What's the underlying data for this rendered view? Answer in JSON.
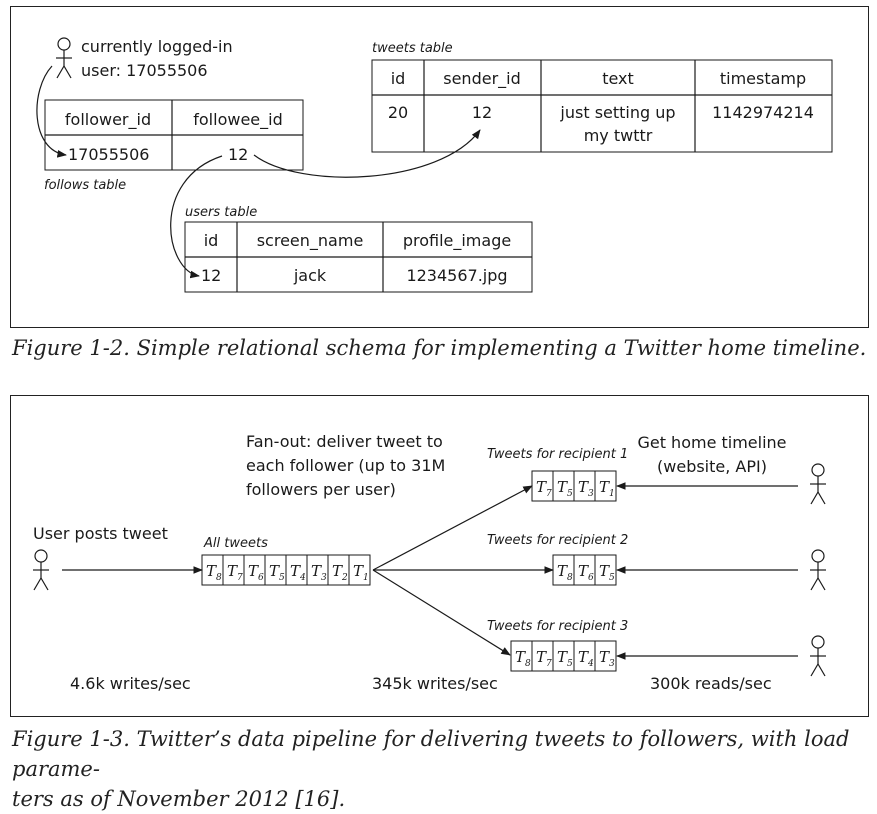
{
  "figure1": {
    "user_label_line1": "currently logged-in",
    "user_label_line2": "user: 17055506",
    "follows_table": {
      "caption": "follows table",
      "headers": [
        "follower_id",
        "followee_id"
      ],
      "row": [
        "17055506",
        "12"
      ]
    },
    "tweets_table": {
      "caption": "tweets table",
      "headers": [
        "id",
        "sender_id",
        "text",
        "timestamp"
      ],
      "row": [
        "20",
        "12",
        "just setting up",
        "1142974214"
      ],
      "text_line2": "my twttr"
    },
    "users_table": {
      "caption": "users table",
      "headers": [
        "id",
        "screen_name",
        "profile_image"
      ],
      "row": [
        "12",
        "jack",
        "1234567.jpg"
      ]
    },
    "caption": "Figure 1-2. Simple relational schema for implementing a Twitter home timeline."
  },
  "figure2": {
    "user_posts": "User posts tweet",
    "fanout_line1": "Fan-out: deliver tweet to",
    "fanout_line2": "each follower (up to 31M",
    "fanout_line3": "followers per user)",
    "get_home_line1": "Get home timeline",
    "get_home_line2": "(website, API)",
    "all_tweets": "All tweets",
    "all_tweets_cells": [
      "8",
      "7",
      "6",
      "5",
      "4",
      "3",
      "2",
      "1"
    ],
    "recipients": [
      {
        "label": "Tweets for recipient 1",
        "cells": [
          "7",
          "5",
          "3",
          "1"
        ]
      },
      {
        "label": "Tweets for recipient 2",
        "cells": [
          "8",
          "6",
          "5"
        ]
      },
      {
        "label": "Tweets for recipient 3",
        "cells": [
          "8",
          "7",
          "5",
          "4",
          "3"
        ]
      }
    ],
    "cell_letter": "T",
    "writes_left": "4.6k writes/sec",
    "writes_mid": "345k writes/sec",
    "reads_right": "300k reads/sec",
    "caption_line1": "Figure 1-3. Twitter’s data pipeline for delivering tweets to followers, with load parame-",
    "caption_line2": "ters as of November 2012 [16]."
  }
}
